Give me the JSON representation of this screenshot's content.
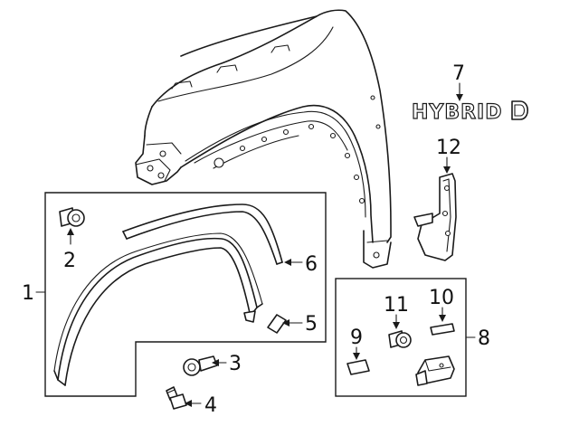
{
  "callouts": {
    "c1": "1",
    "c2": "2",
    "c3": "3",
    "c4": "4",
    "c5": "5",
    "c6": "6",
    "c7": "7",
    "c8": "8",
    "c9": "9",
    "c10": "10",
    "c11": "11",
    "c12": "12"
  },
  "badge": {
    "text": "HYBRID"
  }
}
